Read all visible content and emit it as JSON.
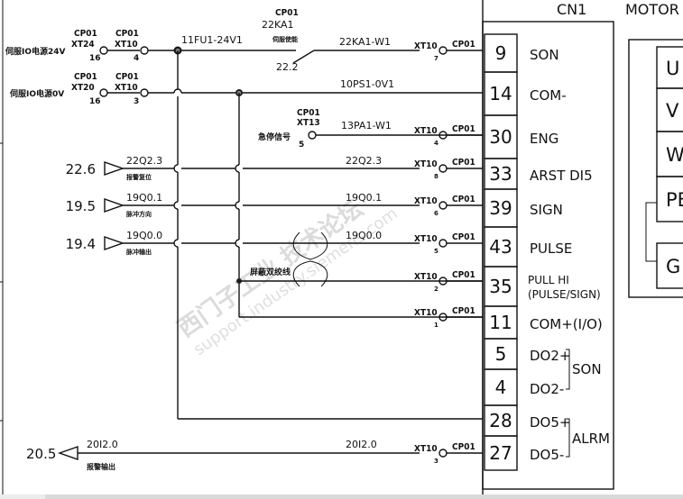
{
  "header": {
    "connector_title": "CN1",
    "motor_title": "MOTOR"
  },
  "power": {
    "v24_label": "伺服IO电源24V",
    "v0_label": "伺服IO电源0V",
    "v24_src": {
      "top": "CP01",
      "term": "XT24",
      "num": "16"
    },
    "v24_dst": {
      "top": "CP01",
      "term": "XT10",
      "num": "4"
    },
    "v0_src": {
      "top": "CP01",
      "term": "XT20",
      "num": "16"
    },
    "v0_dst": {
      "top": "CP01",
      "term": "XT10",
      "num": "3"
    },
    "fuse_label": "11FU1-24V1",
    "ps_label": "10PS1-0V1"
  },
  "relay": {
    "top": "CP01",
    "name": "22KA1",
    "desc": "伺服使能",
    "contact_ref": "22.2",
    "wire": "22KA1-W1"
  },
  "estop": {
    "label": "急停信号",
    "top": "CP01",
    "term": "XT13",
    "num": "5",
    "wire": "13PA1-W1"
  },
  "inputs": [
    {
      "ref": "22.6",
      "addr": "22Q2.3",
      "desc": "报警复位",
      "wire": "22Q2.3"
    },
    {
      "ref": "19.5",
      "addr": "19Q0.1",
      "desc": "脉冲方向",
      "wire": "19Q0.1"
    },
    {
      "ref": "19.4",
      "addr": "19Q0.0",
      "desc": "脉冲输出",
      "wire": "19Q0.0"
    }
  ],
  "shield_label": "屏蔽双绞线",
  "output": {
    "ref": "20.5",
    "addr": "20I2.0",
    "desc": "报警输出",
    "wire": "20I2.0"
  },
  "terminals": [
    {
      "term": "XT10",
      "num": "7",
      "cp": "CP01"
    },
    {
      "term": "XT10",
      "num": "4",
      "cp": "CP01"
    },
    {
      "term": "XT10",
      "num": "8",
      "cp": "CP01"
    },
    {
      "term": "XT10",
      "num": "6",
      "cp": "CP01"
    },
    {
      "term": "XT10",
      "num": "5",
      "cp": "CP01"
    },
    {
      "term": "XT10",
      "num": "2",
      "cp": "CP01"
    },
    {
      "term": "XT10",
      "num": "1",
      "cp": "CP01"
    },
    {
      "term": "XT10",
      "num": "3",
      "cp": "CP01"
    }
  ],
  "cn1_pins": [
    {
      "pin": "9",
      "signal": "SON"
    },
    {
      "pin": "14",
      "signal": "COM-"
    },
    {
      "pin": "30",
      "signal": "ENG"
    },
    {
      "pin": "33",
      "signal": "ARST DI5"
    },
    {
      "pin": "39",
      "signal": "SIGN"
    },
    {
      "pin": "43",
      "signal": "PULSE"
    },
    {
      "pin": "35",
      "signal": "PULL HI",
      "signal2": "(PULSE/SIGN)"
    },
    {
      "pin": "11",
      "signal": "COM+(I/O)"
    },
    {
      "pin": "5",
      "signal": "DO2+"
    },
    {
      "pin": "4",
      "signal": "DO2-"
    },
    {
      "pin": "28",
      "signal": "DO5+"
    },
    {
      "pin": "27",
      "signal": "DO5-"
    }
  ],
  "groups": {
    "do2": "SON",
    "do5": "ALRM"
  },
  "motor_pins": [
    "U",
    "V",
    "W",
    "PE",
    "G"
  ],
  "watermark": {
    "cn": "西门子工业 技术论坛",
    "url": "support.industry.siemens.com"
  }
}
